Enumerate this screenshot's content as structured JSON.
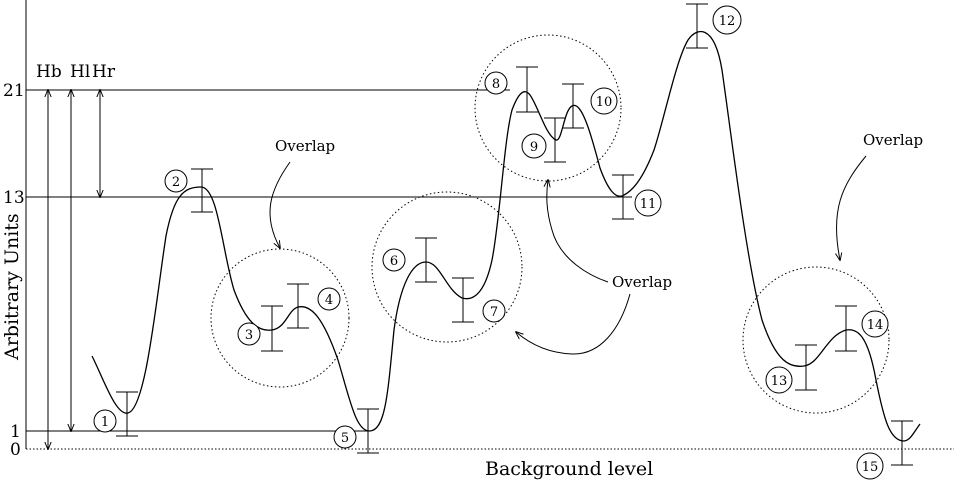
{
  "axis": {
    "y_label": "Arbitrary Units",
    "x_label": "Background level",
    "ticks": [
      "0",
      "1",
      "13",
      "21"
    ]
  },
  "heights": {
    "hb": "Hb",
    "hl": "Hl",
    "hr": "Hr"
  },
  "overlap_labels": [
    "Overlap",
    "Overlap",
    "Overlap"
  ],
  "markers": [
    "1",
    "2",
    "3",
    "4",
    "5",
    "6",
    "7",
    "8",
    "9",
    "10",
    "11",
    "12",
    "13",
    "14",
    "15"
  ]
}
